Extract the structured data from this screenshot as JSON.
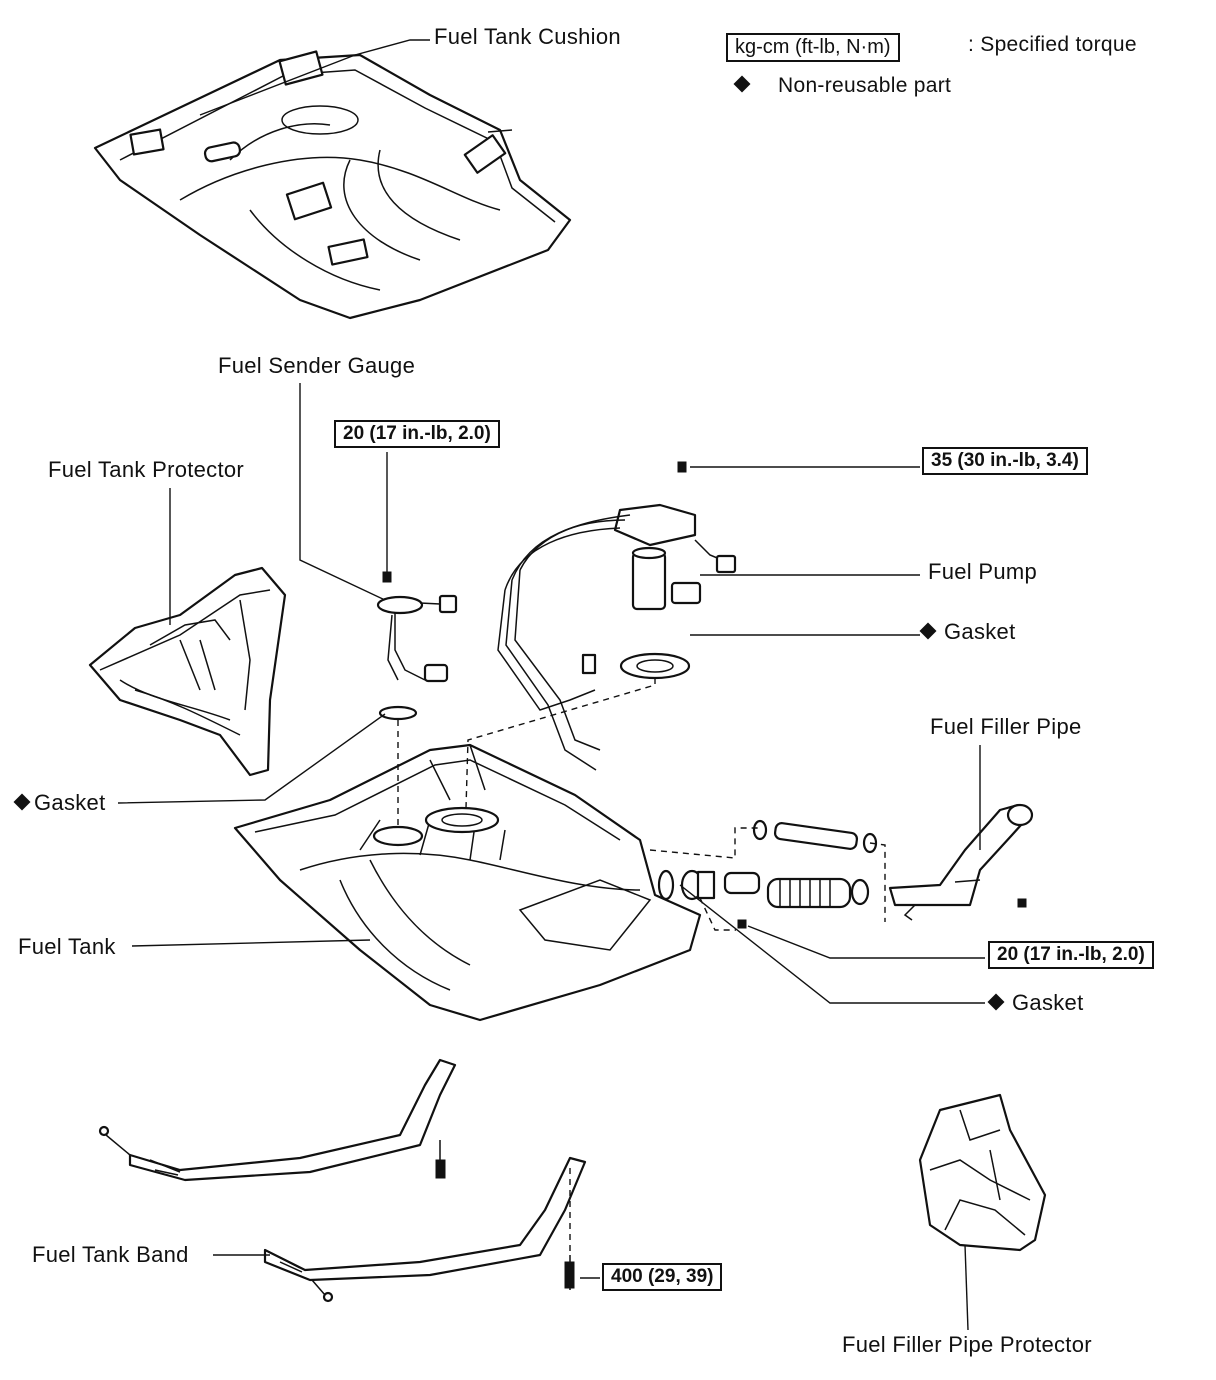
{
  "legend": {
    "torque_box": "kg-cm (ft-lb, N·m)",
    "torque_desc": ":  Specified torque",
    "nonreusable_desc": "Non-reusable part"
  },
  "labels": {
    "fuel_tank_cushion": "Fuel Tank Cushion",
    "fuel_sender_gauge": "Fuel Sender Gauge",
    "fuel_tank_protector": "Fuel Tank Protector",
    "fuel_pump": "Fuel Pump",
    "gasket_pump": "Gasket",
    "fuel_filler_pipe": "Fuel Filler Pipe",
    "gasket_sender": "Gasket",
    "fuel_tank": "Fuel Tank",
    "gasket_filler": "Gasket",
    "fuel_tank_band": "Fuel Tank Band",
    "fuel_filler_pipe_protector": "Fuel Filler Pipe Protector"
  },
  "torques": {
    "sender_gauge": "20 (17 in.-lb, 2.0)",
    "pump_bracket": "35 (30 in.-lb, 3.4)",
    "filler_pipe": "20 (17 in.-lb, 2.0)",
    "tank_band": "400 (29, 39)"
  }
}
